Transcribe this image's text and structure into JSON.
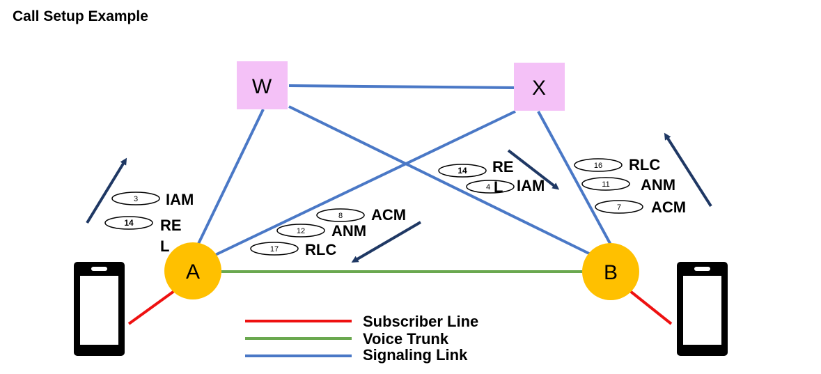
{
  "title": "Call Setup Example",
  "colors": {
    "subscriber_line": "#ee1111",
    "voice_trunk": "#6aa84f",
    "signaling_link": "#4a78c6",
    "switch": "#ffc000",
    "stp": "#f4c1f7",
    "arrow": "#1f3864"
  },
  "nodes": {
    "w": "W",
    "x": "X",
    "a": "A",
    "b": "B"
  },
  "messages": {
    "left": [
      {
        "num": "3",
        "label": "IAM"
      },
      {
        "num": "14",
        "label": "RE"
      },
      {
        "label": "L"
      }
    ],
    "middle": [
      {
        "num": "8",
        "label": "ACM"
      },
      {
        "num": "12",
        "label": "ANM"
      },
      {
        "num": "17",
        "label": "RLC"
      }
    ],
    "center_top": [
      {
        "num": "14",
        "label": "RE"
      },
      {
        "num": "4",
        "label": "IAM"
      },
      {
        "label": "L"
      }
    ],
    "right": [
      {
        "num": "16",
        "label": "RLC"
      },
      {
        "num": "11",
        "label": "ANM"
      },
      {
        "num": "7",
        "label": "ACM"
      }
    ]
  },
  "legend": [
    {
      "label": "Subscriber Line",
      "icon": "red-line"
    },
    {
      "label": "Voice Trunk",
      "icon": "green-line"
    },
    {
      "label": "Signaling Link",
      "icon": "blue-line"
    }
  ]
}
